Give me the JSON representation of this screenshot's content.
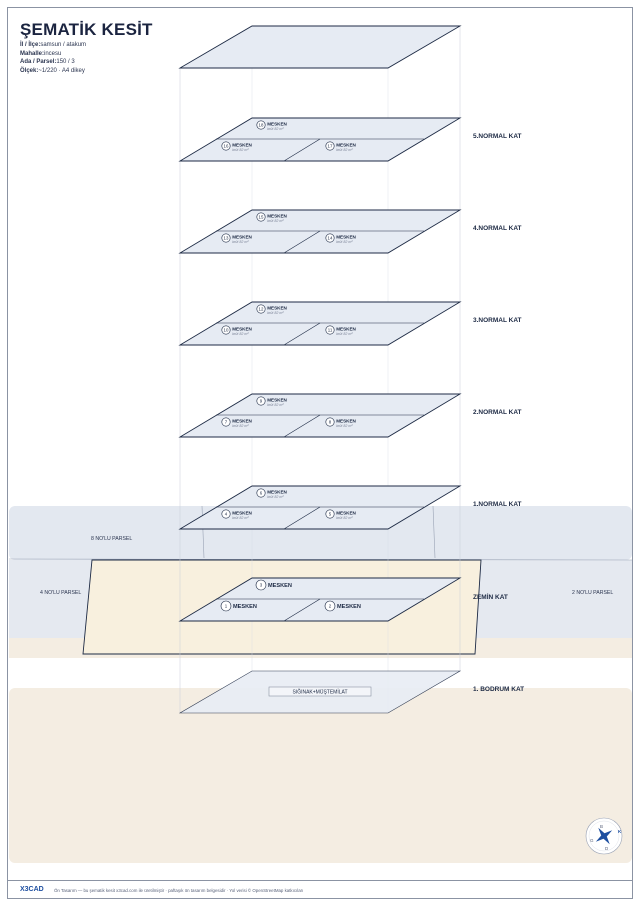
{
  "header": {
    "title": "ŞEMATİK KESİT",
    "il_label": "İl / İlçe:",
    "il_value": "samsun / atakum",
    "mahalle_label": "Mahalle:",
    "mahalle_value": "incesu",
    "ada_label": "Ada / Parsel:",
    "ada_value": "150 / 3",
    "olcek_label": "Ölçek:",
    "olcek_value": "~1/220 · A4 dikey"
  },
  "parcels": {
    "top": "8 NO'LU PARSEL",
    "left": "4 NO'LU PARSEL",
    "right": "2 NO'LU PARSEL"
  },
  "floors": [
    {
      "label": "5.NORMAL KAT",
      "units": [
        {
          "no": "18",
          "name": "MESKEN",
          "area": "brüt 82 m²"
        },
        {
          "no": "16",
          "name": "MESKEN",
          "area": "brüt 82 m²"
        },
        {
          "no": "17",
          "name": "MESKEN",
          "area": "brüt 82 m²"
        }
      ]
    },
    {
      "label": "4.NORMAL KAT",
      "units": [
        {
          "no": "15",
          "name": "MESKEN",
          "area": "brüt 82 m²"
        },
        {
          "no": "13",
          "name": "MESKEN",
          "area": "brüt 82 m²"
        },
        {
          "no": "14",
          "name": "MESKEN",
          "area": "brüt 82 m²"
        }
      ]
    },
    {
      "label": "3.NORMAL KAT",
      "units": [
        {
          "no": "12",
          "name": "MESKEN",
          "area": "brüt 82 m²"
        },
        {
          "no": "10",
          "name": "MESKEN",
          "area": "brüt 82 m²"
        },
        {
          "no": "11",
          "name": "MESKEN",
          "area": "brüt 82 m²"
        }
      ]
    },
    {
      "label": "2.NORMAL KAT",
      "units": [
        {
          "no": "9",
          "name": "MESKEN",
          "area": "brüt 82 m²"
        },
        {
          "no": "7",
          "name": "MESKEN",
          "area": "brüt 82 m²"
        },
        {
          "no": "8",
          "name": "MESKEN",
          "area": "brüt 82 m²"
        }
      ]
    },
    {
      "label": "1.NORMAL KAT",
      "units": [
        {
          "no": "6",
          "name": "MESKEN",
          "area": "brüt 82 m²"
        },
        {
          "no": "4",
          "name": "MESKEN",
          "area": "brüt 82 m²"
        },
        {
          "no": "5",
          "name": "MESKEN",
          "area": "brüt 82 m²"
        }
      ]
    },
    {
      "label": "ZEMİN KAT",
      "units": [
        {
          "no": "3",
          "name": "MESKEN"
        },
        {
          "no": "1",
          "name": "MESKEN"
        },
        {
          "no": "2",
          "name": "MESKEN"
        }
      ]
    },
    {
      "label": "1. BODRUM KAT",
      "basement": "SIĞINAK+MÜŞTEMİLAT"
    }
  ],
  "compass": {
    "n": "K",
    "e": "D",
    "s": "G",
    "w": "B"
  },
  "footer": {
    "brand": "X3CAD",
    "text": "Ön Tasarım — bu şematik kesit x3cad.com ile üretilmiştir · paftaşık ön tasarım belgesidir · Yol verisi © OpenStreetMap katkıcıları"
  },
  "colors": {
    "plate": "#e6ebf3",
    "outline": "#1d2a44",
    "parcelBlue": "#e3e8f0",
    "parcelBeige": "#f4ede2",
    "zeminFill": "#f8f0de"
  }
}
